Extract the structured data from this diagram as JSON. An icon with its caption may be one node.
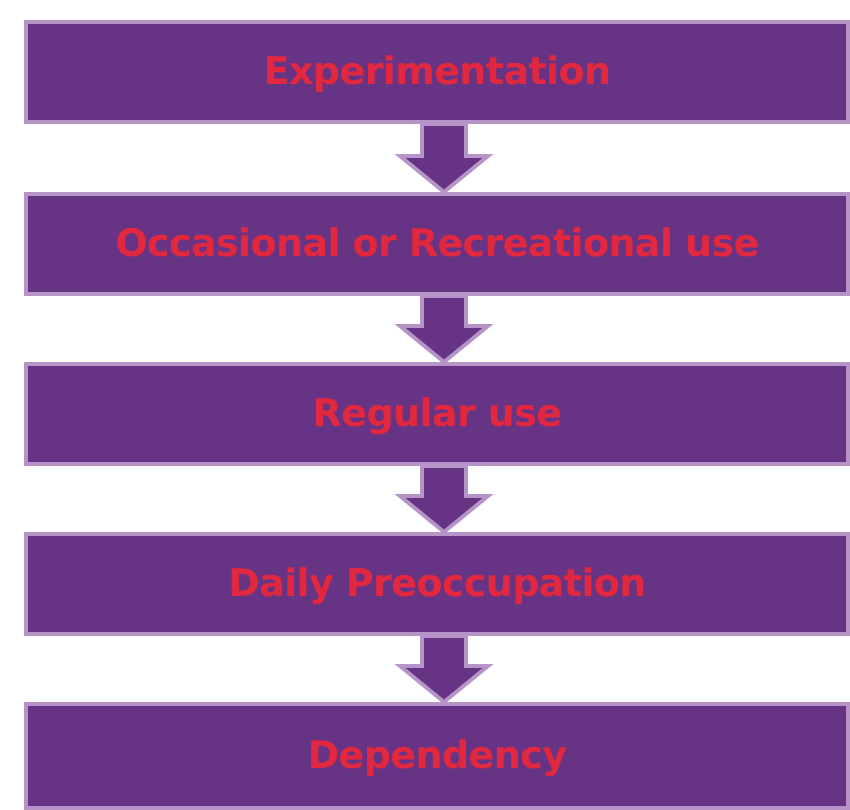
{
  "diagram": {
    "nodes": [
      {
        "text": [
          "Experimentation"
        ]
      },
      {
        "text": [
          "Occasional or Recreational use"
        ]
      },
      {
        "text": [
          "Regular use"
        ]
      },
      {
        "text": [
          "Daily Preoccupation"
        ]
      },
      {
        "text": [
          "Dependency"
        ]
      }
    ],
    "edges": [
      {
        "from": 0,
        "to": 1,
        "arrow": "to"
      },
      {
        "from": 1,
        "to": 2,
        "arrow": "to"
      },
      {
        "from": 2,
        "to": 3,
        "arrow": "to"
      },
      {
        "from": 3,
        "to": 4,
        "arrow": "to"
      }
    ]
  }
}
